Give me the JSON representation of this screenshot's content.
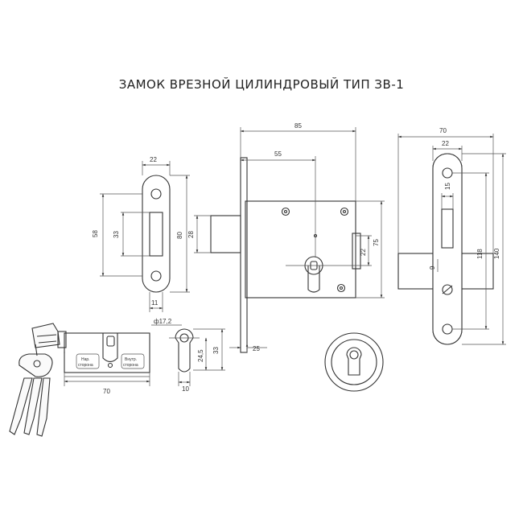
{
  "title": "ЗАМОК ВРЕЗНОЙ ЦИЛИНДРОВЫЙ ТИП ЗВ-1",
  "dims": {
    "faceplate_width": "22",
    "faceplate_height_58": "58",
    "faceplate_33": "33",
    "faceplate_80": "80",
    "faceplate_11": "11",
    "lock_85": "85",
    "lock_55": "55",
    "lock_28": "28",
    "lock_22": "22",
    "lock_75": "75",
    "lock_25": "25",
    "strike_70": "70",
    "strike_22": "22",
    "strike_15": "15",
    "strike_118": "118",
    "strike_140": "140",
    "strike_9": "9",
    "cyl_dia": "ф17,2",
    "cyl_70": "70",
    "cyl_33": "33",
    "cyl_245": "24,5",
    "cyl_10": "10"
  },
  "cylinder_labels": {
    "left_top": "Нар.",
    "left_bottom": "сторона",
    "right_top": "Внутр.",
    "right_bottom": "сторона"
  }
}
